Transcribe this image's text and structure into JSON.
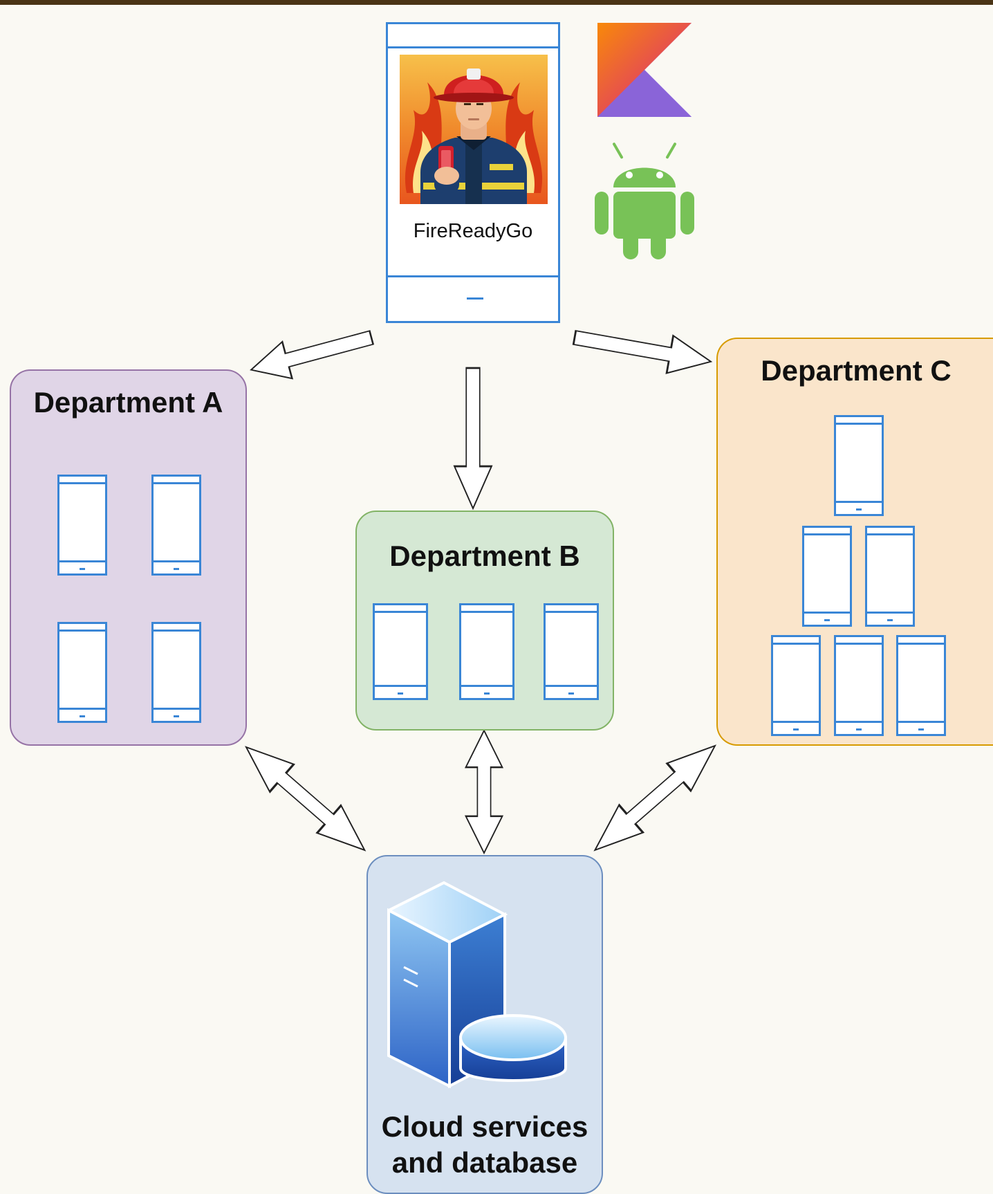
{
  "app": {
    "name": "FireReadyGo"
  },
  "departments": [
    {
      "id": "a",
      "title": "Department A"
    },
    {
      "id": "b",
      "title": "Department B"
    },
    {
      "id": "c",
      "title": "Department C"
    }
  ],
  "cloud": {
    "line1": "Cloud services",
    "line2": "and database"
  },
  "icons": [
    "firefighter-app-icon",
    "kotlin-logo-icon",
    "android-logo-icon",
    "phone-icon",
    "server-icon",
    "database-icon"
  ],
  "colors": {
    "dept_a_fill": "#e0d5e7",
    "dept_a_border": "#9673a6",
    "dept_b_fill": "#d5e8d4",
    "dept_b_border": "#82b366",
    "dept_c_fill": "#fae5cb",
    "dept_c_border": "#d79b00",
    "cloud_fill": "#d6e2f0",
    "cloud_border": "#6c8ebf",
    "phone_outline": "#3a86d6",
    "android_green": "#78c257"
  }
}
